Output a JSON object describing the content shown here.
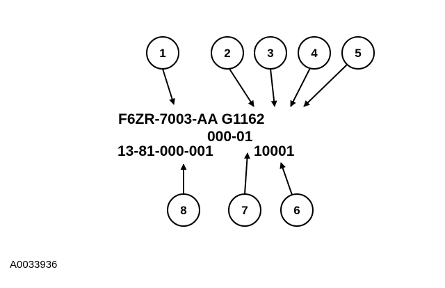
{
  "code": {
    "line1": "F6ZR-7003-AA G1162",
    "line2": "000-01",
    "line3_left": "13-81-000-001",
    "line3_right": "10001"
  },
  "callouts": [
    "1",
    "2",
    "3",
    "4",
    "5",
    "6",
    "7",
    "8"
  ],
  "figure_id": "A0033936"
}
